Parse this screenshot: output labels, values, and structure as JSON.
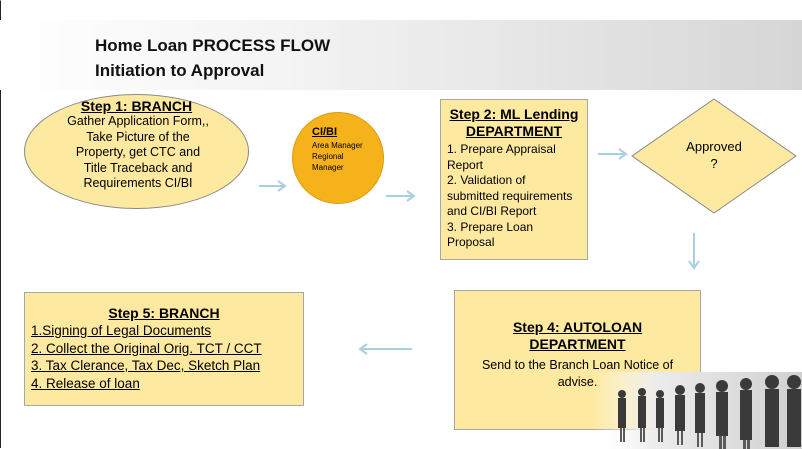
{
  "header": {
    "title_line1": "Home Loan PROCESS FLOW",
    "title_line2": "Initiation to Approval"
  },
  "step1": {
    "title": "Step 1: BRANCH",
    "lines": [
      "Gather Application Form,,",
      "Take Picture of the",
      "Property, get CTC and",
      "Title Traceback and",
      "Requirements CI/BI"
    ]
  },
  "cibi": {
    "title": "CI/BI",
    "lines": [
      "Area Manager",
      "Regional",
      "Manager"
    ]
  },
  "step2": {
    "title_line1": "Step 2: ML Lending",
    "title_line2": "DEPARTMENT",
    "lines": [
      "1. Prepare Appraisal",
      "Report",
      "2. Validation of",
      "submitted requirements",
      "and CI/BI Report",
      "3. Prepare Loan",
      "Proposal"
    ]
  },
  "decision": {
    "line1": "Approved",
    "line2": "?"
  },
  "step4": {
    "title_line1": "Step 4: AUTOLOAN",
    "title_line2": "DEPARTMENT",
    "body": "Send to the Branch Loan Notice of advise."
  },
  "step5": {
    "title": "Step 5: BRANCH",
    "items": [
      "1.Signing of Legal Documents",
      "2. Collect the Original Orig. TCT / CCT",
      "3. Tax Clerance, Tax Dec, Sketch Plan",
      "4. Release of loan"
    ]
  },
  "colors": {
    "box_fill": "#fde9a0",
    "cibi_fill": "#f5b21a",
    "arrow": "#a9cfe2"
  }
}
